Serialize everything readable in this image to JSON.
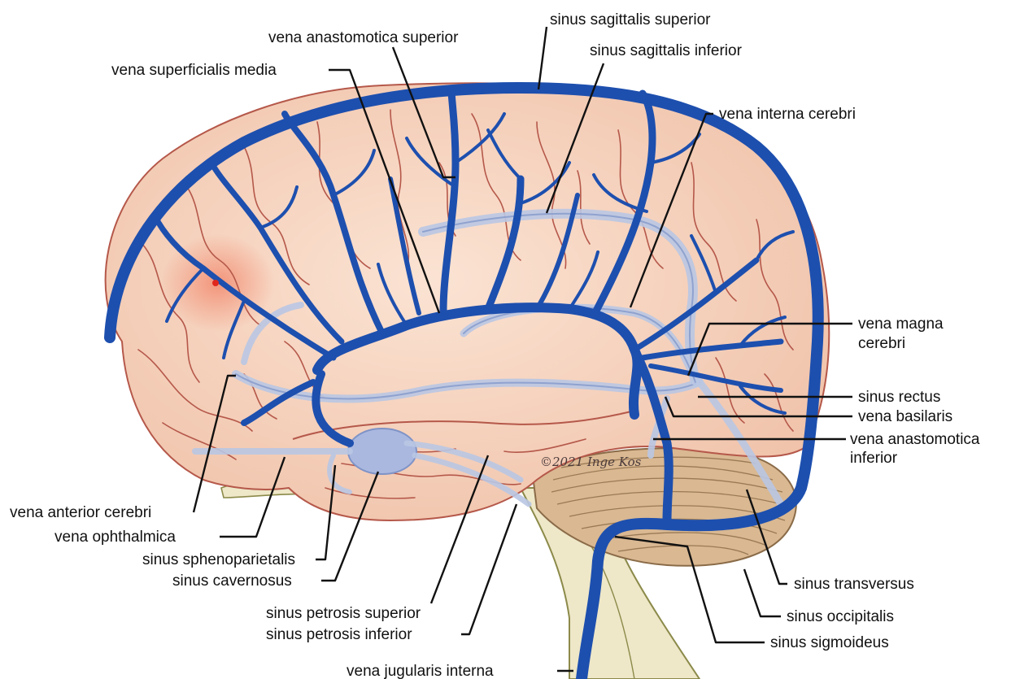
{
  "colors": {
    "vein": "#1d4fae",
    "deep_vein": "#b9c6e3",
    "cortex": "#f6d3bf",
    "sulcus": "#b5584a",
    "cerebellum": "#d9b892",
    "brainstem": "#eee7c8",
    "highlight": "#f39a80",
    "text": "#111111"
  },
  "signature": "©2021 Inge Kos",
  "labels": {
    "sinus_sagittalis_superior": "sinus sagittalis superior",
    "vena_anastomotica_superior": "vena anastomotica superior",
    "sinus_sagittalis_inferior": "sinus sagittalis inferior",
    "vena_superficialis_media": "vena superficialis media",
    "vena_interna_cerebri": "vena interna cerebri",
    "vena_magna_cerebri_1": "vena magna",
    "vena_magna_cerebri_2": "cerebri",
    "sinus_rectus": "sinus rectus",
    "vena_basilaris": "vena basilaris",
    "vena_anastomotica_inferior_1": "vena anastomotica",
    "vena_anastomotica_inferior_2": "inferior",
    "vena_anterior_cerebri": "vena anterior cerebri",
    "vena_ophthalmica": "vena ophthalmica",
    "sinus_sphenoparietalis": "sinus sphenoparietalis",
    "sinus_cavernosus": "sinus cavernosus",
    "sinus_petrosis_superior": "sinus petrosis superior",
    "sinus_petrosis_inferior": "sinus petrosis inferior",
    "vena_jugularis_interna": "vena jugularis interna",
    "sinus_transversus": "sinus transversus",
    "sinus_occipitalis": "sinus occipitalis",
    "sinus_sigmoideus": "sinus sigmoideus"
  }
}
